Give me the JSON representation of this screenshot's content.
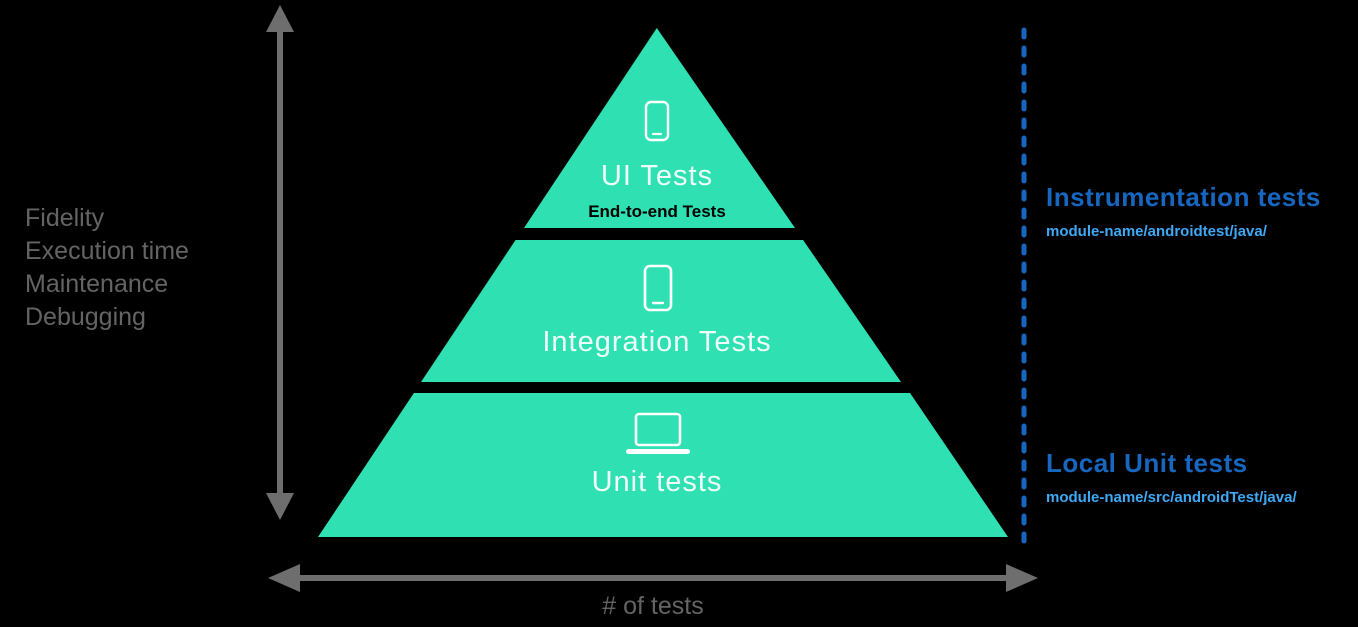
{
  "colors": {
    "bg": "#000000",
    "teal": "#2ee0b2",
    "gray": "#6e6e6e",
    "graytext": "#646464",
    "blue": "#1767c0",
    "lightblue": "#3fa9f5"
  },
  "pyramid": {
    "tiers": [
      {
        "label": "UI Tests",
        "sublabel": "End-to-end Tests",
        "icon": "phone-icon"
      },
      {
        "label": "Integration Tests",
        "icon": "phone-icon"
      },
      {
        "label": "Unit tests",
        "icon": "laptop-icon"
      }
    ]
  },
  "left_axis": {
    "labels": [
      "Fidelity",
      "Execution time",
      "Maintenance",
      "Debugging"
    ]
  },
  "bottom_axis": {
    "label": "# of tests"
  },
  "right_annotations": [
    {
      "title": "Instrumentation tests",
      "path": "module-name/androidtest/java/"
    },
    {
      "title": "Local Unit tests",
      "path": "module-name/src/androidTest/java/"
    }
  ]
}
